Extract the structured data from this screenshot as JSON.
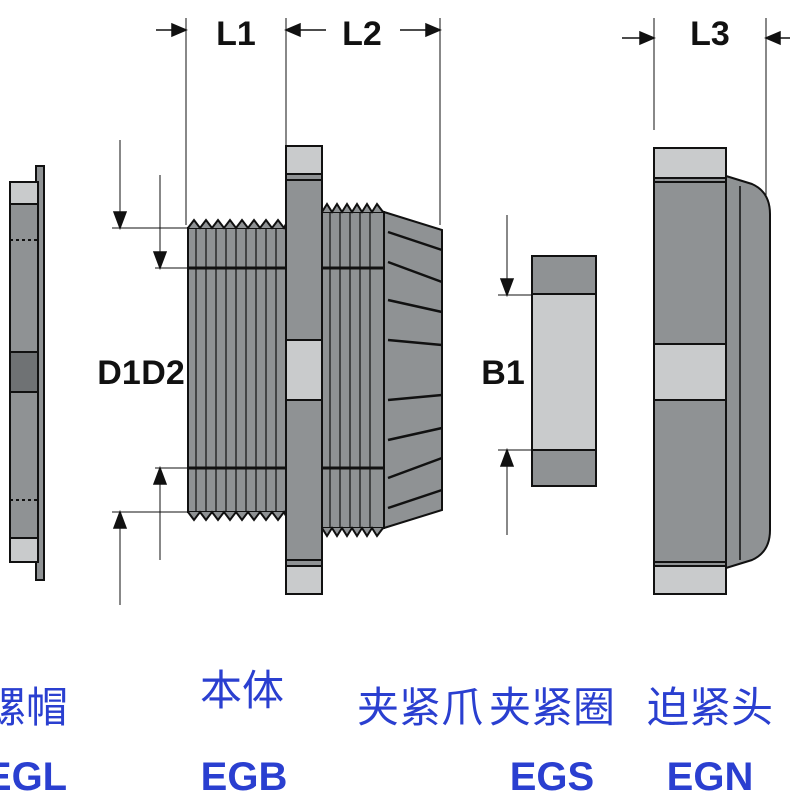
{
  "dimensions": {
    "L1": "L1",
    "L2": "L2",
    "L3": "L3",
    "D1": "D1",
    "D2": "D2",
    "B1": "B1"
  },
  "parts": [
    {
      "name": "螺帽",
      "code": "EGL"
    },
    {
      "name": "本体",
      "code": "EGB"
    },
    {
      "name": "夹紧爪",
      "code": ""
    },
    {
      "name": "夹紧圈",
      "code": "EGS"
    },
    {
      "name": "迫紧头",
      "code": "EGN"
    }
  ],
  "colors": {
    "body": "#8f9294",
    "body_light": "#c9cbcc",
    "body_dark": "#6f7274",
    "outline": "#111111",
    "label": "#2a3fd0"
  }
}
